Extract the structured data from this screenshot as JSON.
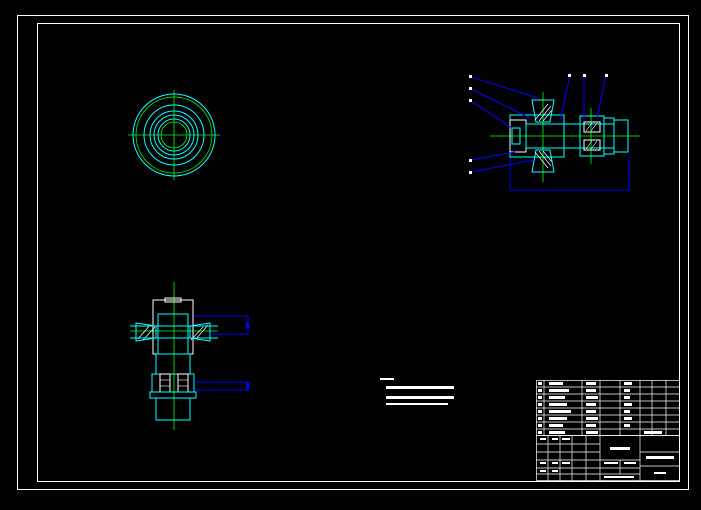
{
  "app": {
    "title": ""
  },
  "colors": {
    "background": "#000000",
    "frame": "#ffffff",
    "part": "#00ffff",
    "center_line": "#00ff00",
    "dimension": "#0000ff",
    "hatch": "#ffffff",
    "annotation": "#ffffff"
  },
  "views": [
    {
      "name": "end-view",
      "description_icon": "concentric-circles-icon"
    },
    {
      "name": "section-view-horizontal",
      "description_icon": "pulley-section-icon"
    },
    {
      "name": "section-view-vertical",
      "description_icon": "pulley-section-icon"
    }
  ],
  "callouts": {
    "count_left": 5,
    "count_top": 3
  },
  "notes": {
    "lines": 3
  },
  "title_block": {
    "rows": 8,
    "present": true
  }
}
